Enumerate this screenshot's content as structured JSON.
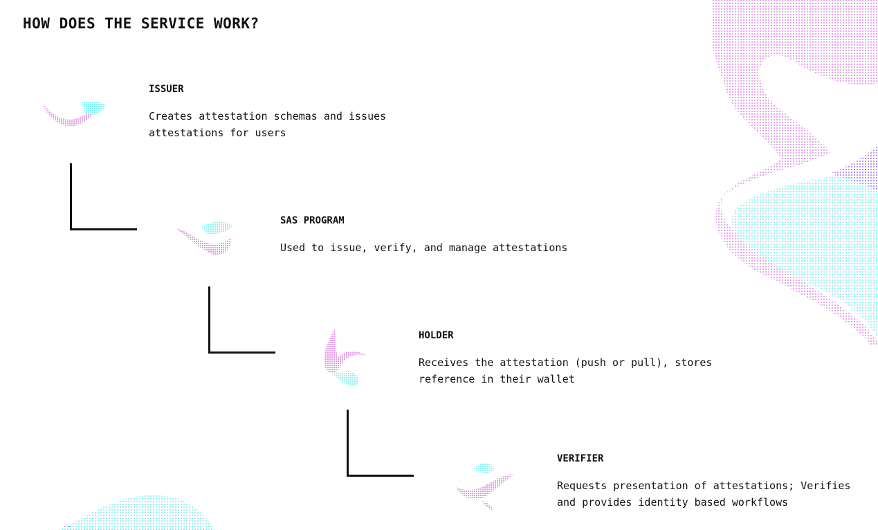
{
  "heading": "HOW DOES THE SERVICE WORK?",
  "steps": [
    {
      "title": "ISSUER",
      "description": "Creates attestation schemas and issues\nattestations for users"
    },
    {
      "title": "SAS PROGRAM",
      "description": "Used to issue, verify, and manage attestations"
    },
    {
      "title": "HOLDER",
      "description": "Receives the attestation (push or pull), stores\nreference in their wallet"
    },
    {
      "title": "VERIFIER",
      "description": "Requests presentation of attestations; Verifies\nand provides identity based workflows"
    }
  ],
  "colors": {
    "text": "#111111",
    "accent_pink": "#e39bea",
    "accent_cyan": "#8ff3f5",
    "accent_violet": "#b48df0"
  },
  "icons": [
    "issuer-pixel-icon",
    "sas-program-pixel-icon",
    "holder-pixel-icon",
    "verifier-pixel-icon"
  ]
}
